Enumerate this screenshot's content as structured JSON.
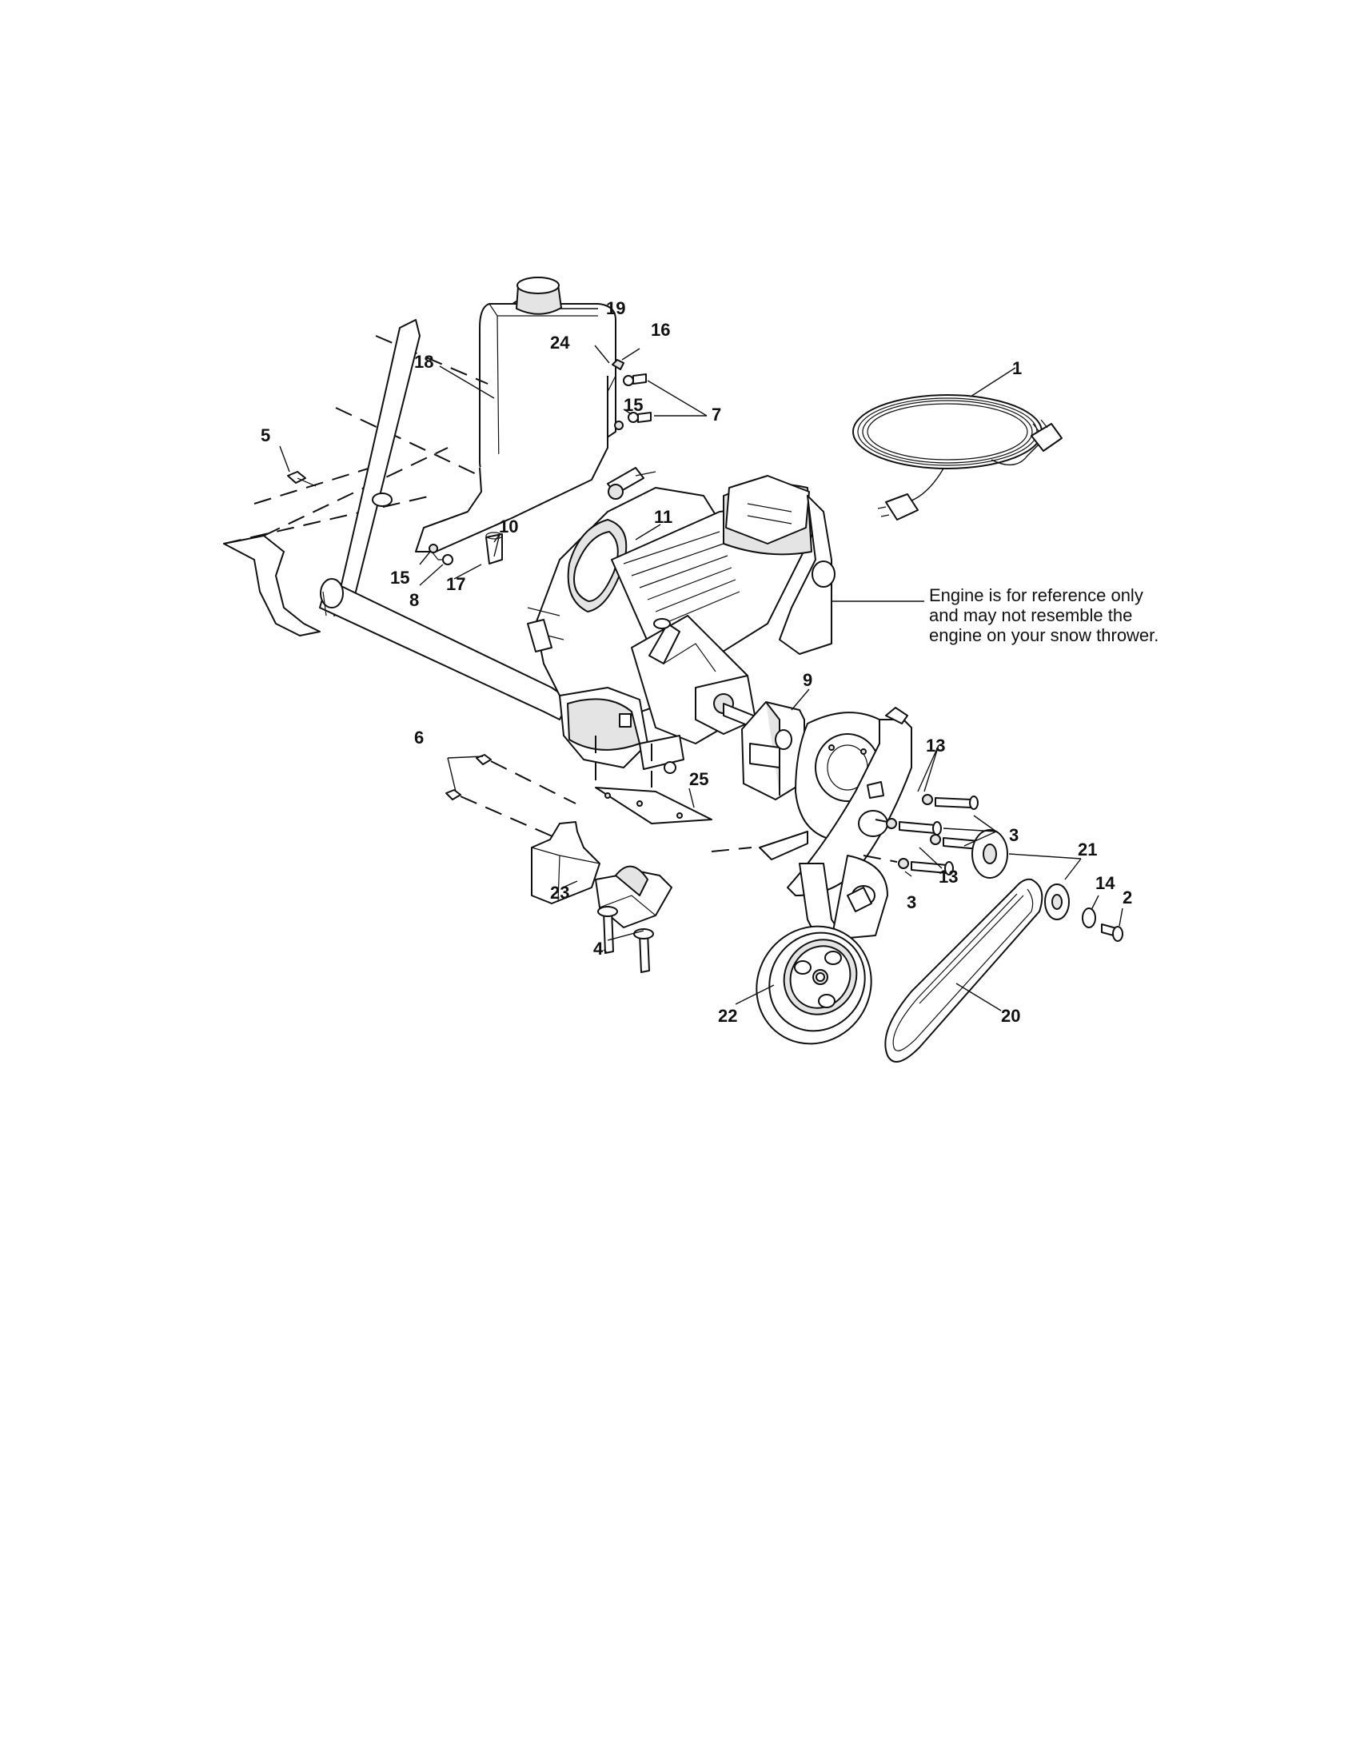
{
  "diagram": {
    "callouts": [
      {
        "id": "c1",
        "text": "1"
      },
      {
        "id": "c2",
        "text": "2"
      },
      {
        "id": "c3a",
        "text": "3"
      },
      {
        "id": "c3b",
        "text": "3"
      },
      {
        "id": "c4",
        "text": "4"
      },
      {
        "id": "c5",
        "text": "5"
      },
      {
        "id": "c6",
        "text": "6"
      },
      {
        "id": "c7",
        "text": "7"
      },
      {
        "id": "c8",
        "text": "8"
      },
      {
        "id": "c9",
        "text": "9"
      },
      {
        "id": "c10",
        "text": "10"
      },
      {
        "id": "c11",
        "text": "11"
      },
      {
        "id": "c13a",
        "text": "13"
      },
      {
        "id": "c13b",
        "text": "13"
      },
      {
        "id": "c14",
        "text": "14"
      },
      {
        "id": "c15a",
        "text": "15"
      },
      {
        "id": "c15b",
        "text": "15"
      },
      {
        "id": "c16",
        "text": "16"
      },
      {
        "id": "c17",
        "text": "17"
      },
      {
        "id": "c18",
        "text": "18"
      },
      {
        "id": "c19",
        "text": "19"
      },
      {
        "id": "c20",
        "text": "20"
      },
      {
        "id": "c21",
        "text": "21"
      },
      {
        "id": "c22",
        "text": "22"
      },
      {
        "id": "c23",
        "text": "23"
      },
      {
        "id": "c24",
        "text": "24"
      },
      {
        "id": "c25",
        "text": "25"
      }
    ],
    "note_lines": [
      "Engine is for reference only",
      "and may not resemble the",
      "engine on your snow thrower."
    ]
  }
}
